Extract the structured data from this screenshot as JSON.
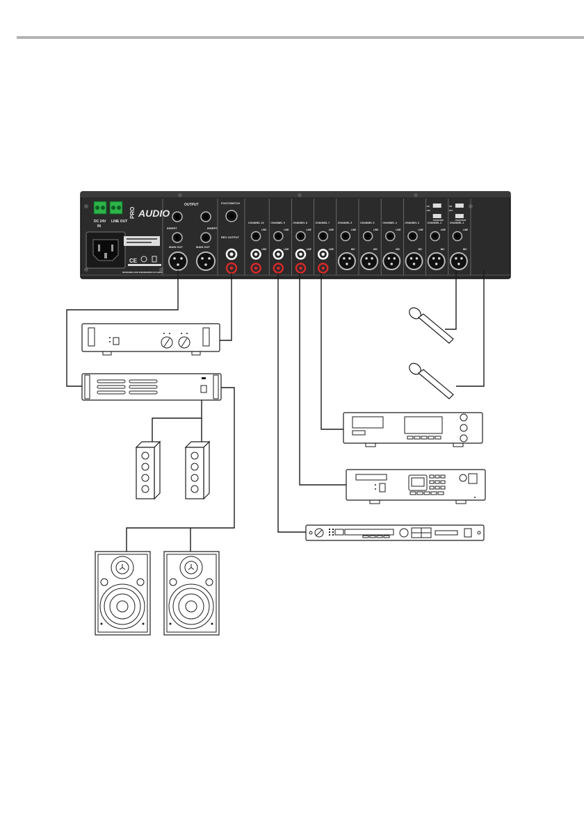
{
  "header": {
    "rule_color": "#b3b3b3"
  },
  "mixer": {
    "brand_small": "PRO",
    "brand_large": "AUDIO",
    "output_label": "OUTPUT",
    "footswitch_label": "FOOTSWITCH",
    "rec_output_label": "REC OUTPUT",
    "main_out_label": "MAIN OUT",
    "insert_label": "INSERT",
    "dc_label": "DC 24V",
    "in_label": "IN",
    "line_out_label": "LINE OUT",
    "made_in": "DESIGNED AND ENGINEERED IN CHINA",
    "channels": [
      {
        "name": "CHANNEL 10",
        "type": "stereo"
      },
      {
        "name": "CHANNEL 9",
        "type": "stereo"
      },
      {
        "name": "CHANNEL 8",
        "type": "stereo"
      },
      {
        "name": "CHANNEL 7",
        "type": "stereo"
      },
      {
        "name": "CHANNEL 6",
        "type": "mono"
      },
      {
        "name": "CHANNEL 5",
        "type": "mono"
      },
      {
        "name": "CHANNEL 4",
        "type": "mono"
      },
      {
        "name": "CHANNEL 3",
        "type": "mono"
      },
      {
        "name": "CHANNEL 2",
        "type": "mono"
      },
      {
        "name": "CHANNEL 1",
        "type": "mono"
      }
    ],
    "line_label": "LINE",
    "mic_label": "MIC",
    "phantom_label": "PHANTOM",
    "phantom_on": "ON",
    "phantom_off": "OFF"
  },
  "colors": {
    "panel": "#2b2b2b",
    "terminal_green": "#2db34a",
    "rca_red": "#d42a2a",
    "rca_white": "#ffffff",
    "line": "#1a1a1a"
  }
}
